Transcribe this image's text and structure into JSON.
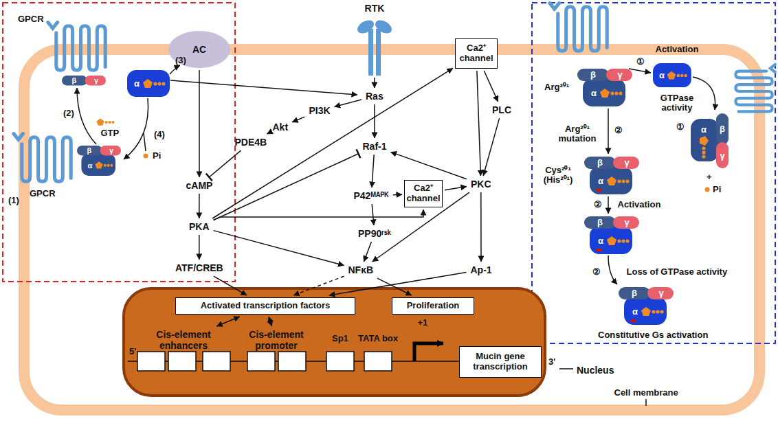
{
  "diagram": {
    "nodes": [
      {
        "text": [
          "AC"
        ]
      },
      {
        "text": [
          "RTK"
        ]
      },
      {
        "text": [
          "Ca2⁺ channel"
        ]
      },
      {
        "text": [
          "Ras"
        ]
      },
      {
        "text": [
          "PI3K"
        ]
      },
      {
        "text": [
          "Akt"
        ]
      },
      {
        "text": [
          "PDE4B"
        ]
      },
      {
        "text": [
          "cAMP"
        ]
      },
      {
        "text": [
          "Raf-1"
        ]
      },
      {
        "text": [
          "PLC"
        ]
      },
      {
        "text": [
          "PKC"
        ]
      },
      {
        "text": [
          "P42ᴹᴬᴾᴷ"
        ]
      },
      {
        "text": [
          "Ca2⁺ channel"
        ]
      },
      {
        "text": [
          "PKA"
        ]
      },
      {
        "text": [
          "PP90ʳˢᵏ"
        ]
      },
      {
        "text": [
          "ATF/CREB"
        ]
      },
      {
        "text": [
          "NFκB"
        ]
      },
      {
        "text": [
          "Ap-1"
        ]
      },
      {
        "text": [
          "Nucleus"
        ]
      },
      {
        "text": [
          "Activated transcription factors"
        ],
        "in": 18
      },
      {
        "text": [
          "Proliferation"
        ],
        "in": 18
      },
      {
        "text": [
          "Cis-element enhancers"
        ],
        "in": 18
      },
      {
        "text": [
          "Cis-element promoter"
        ],
        "in": 18
      },
      {
        "text": [
          "Mucin gene transcription"
        ],
        "in": 18
      }
    ],
    "edges": [
      {
        "from": 0,
        "to": 7,
        "arrow": "to"
      },
      {
        "from": 1,
        "to": 3,
        "arrow": "to"
      },
      {
        "from": 3,
        "to": 4,
        "arrow": "to"
      },
      {
        "from": 4,
        "to": 5,
        "arrow": "to"
      },
      {
        "from": 5,
        "to": 6,
        "arrow": "to"
      },
      {
        "from": 6,
        "to": 7,
        "arrow": "to"
      },
      {
        "from": 7,
        "to": 13,
        "arrow": "to"
      },
      {
        "from": 3,
        "to": 8,
        "arrow": "to"
      },
      {
        "from": 13,
        "to": 8,
        "arrow": "to"
      },
      {
        "from": 8,
        "to": 11,
        "arrow": "to"
      },
      {
        "from": 11,
        "to": 12,
        "arrow": "to"
      },
      {
        "from": 11,
        "to": 14,
        "arrow": "to"
      },
      {
        "from": 14,
        "to": 16,
        "arrow": "to"
      },
      {
        "from": 13,
        "to": 2,
        "arrow": "to"
      },
      {
        "from": 13,
        "to": 12,
        "arrow": "to"
      },
      {
        "from": 13,
        "to": 15,
        "arrow": "to"
      },
      {
        "from": 13,
        "to": 16,
        "arrow": "to"
      },
      {
        "from": 2,
        "to": 9,
        "arrow": "to"
      },
      {
        "from": 2,
        "to": 10,
        "arrow": "to"
      },
      {
        "from": 9,
        "to": 10,
        "arrow": "to"
      },
      {
        "from": 12,
        "to": 10,
        "arrow": "to"
      },
      {
        "from": 10,
        "to": 8,
        "arrow": "to"
      },
      {
        "from": 10,
        "to": 16,
        "arrow": "to"
      },
      {
        "from": 10,
        "to": 17,
        "arrow": "to"
      },
      {
        "from": 15,
        "to": 19,
        "arrow": "to"
      },
      {
        "from": 16,
        "to": 19,
        "arrow": "to"
      },
      {
        "from": 17,
        "to": 19,
        "arrow": "to"
      },
      {
        "from": 16,
        "to": 20,
        "arrow": "to"
      },
      {
        "from": 19,
        "to": 21,
        "arrow": "both"
      },
      {
        "from": 19,
        "to": 22,
        "arrow": "both"
      }
    ],
    "labels": [
      "GPCR",
      "β",
      "γ",
      "α",
      "(3)",
      "(2)",
      "GTP",
      "γ",
      "β",
      "α",
      "(4)",
      "Pi",
      "GPCR",
      "(1)",
      "β",
      "γ",
      "Arg²⁰¹",
      "α",
      "Activation",
      "①",
      "α",
      "GTPase activity",
      "①",
      "α",
      "β",
      "γ",
      "+",
      "Pi",
      "②",
      "Arg²⁰¹ mutation",
      "β",
      "γ",
      "α",
      "Cys²⁰¹ (His²⁰¹)",
      "②",
      "Activation",
      "β",
      "γ",
      "α",
      "②",
      "Loss of GTPase activity",
      "β",
      "γ",
      "α",
      "Constitutive Gs activation",
      "5'",
      "Sp1",
      "TATA box",
      "+1",
      "3'",
      "Cell membrane"
    ]
  }
}
